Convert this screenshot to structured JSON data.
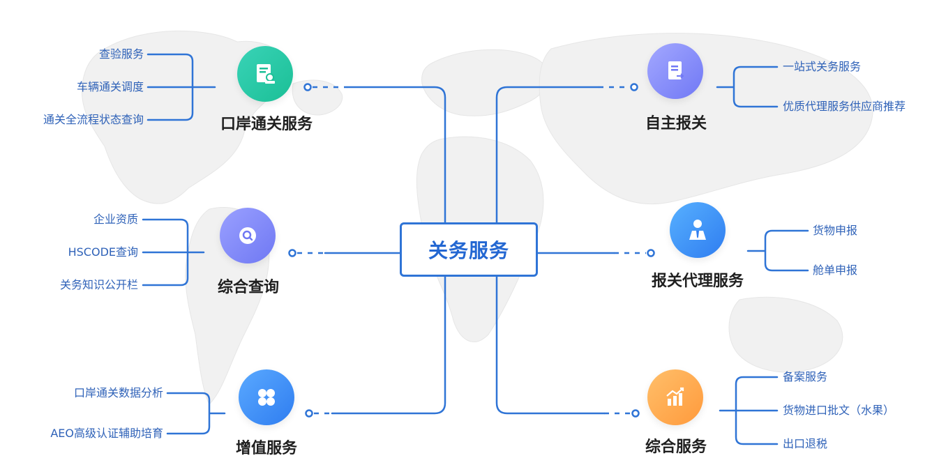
{
  "center": {
    "label": "关务服务"
  },
  "nodes": {
    "port": {
      "label": "口岸通关服务",
      "icon": "document-stamp-icon",
      "color_from": "#39d3b7",
      "color_to": "#1bbf96",
      "leaves": [
        "查验服务",
        "车辆通关调度",
        "通关全流程状态查询"
      ]
    },
    "query": {
      "label": "综合查询",
      "icon": "search-icon",
      "color_from": "#9aa0ff",
      "color_to": "#6f78f3",
      "leaves": [
        "企业资质",
        "HSCODE查询",
        "关务知识公开栏"
      ]
    },
    "value": {
      "label": "增值服务",
      "icon": "grid-icon",
      "color_from": "#5aa9ff",
      "color_to": "#2f7df0",
      "leaves": [
        "口岸通关数据分析",
        "AEO高级认证辅助培育"
      ]
    },
    "self": {
      "label": "自主报关",
      "icon": "document-export-icon",
      "color_from": "#a3a8ff",
      "color_to": "#7078f5",
      "leaves": [
        "一站式关务服务",
        "优质代理服务供应商推荐"
      ]
    },
    "agent": {
      "label": "报关代理服务",
      "icon": "person-tie-icon",
      "color_from": "#57b0ff",
      "color_to": "#2f7df0",
      "leaves": [
        "货物申报",
        "舱单申报"
      ]
    },
    "general": {
      "label": "综合服务",
      "icon": "bar-chart-icon",
      "color_from": "#ffbf6a",
      "color_to": "#ff9a3c",
      "leaves": [
        "备案服务",
        "货物进口批文（水果）",
        "出口退税"
      ]
    }
  },
  "colors": {
    "line": "#2f74d6",
    "center_text": "#2367d2",
    "leaf_text": "#2f62b8"
  }
}
